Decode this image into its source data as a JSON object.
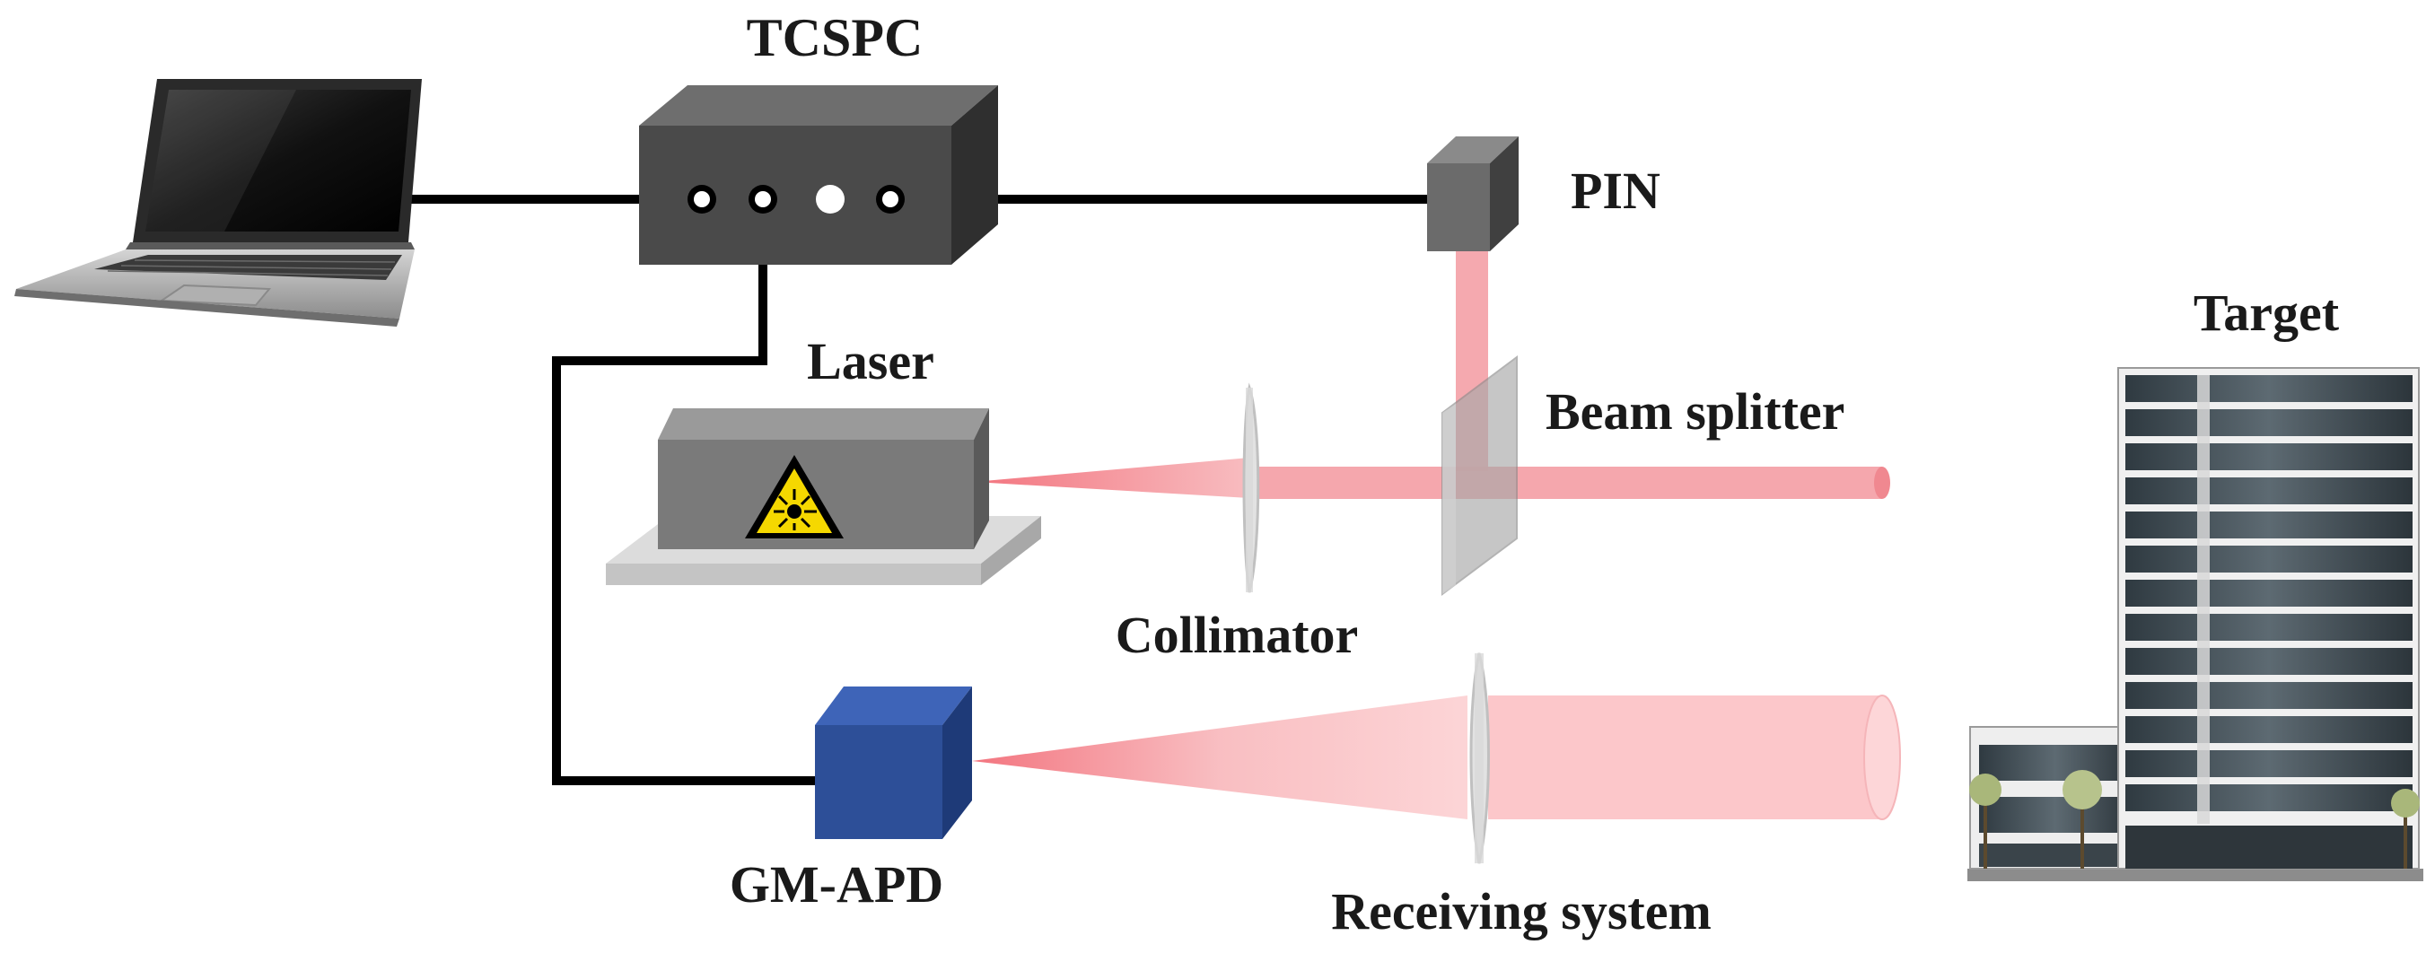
{
  "labels": {
    "tcspc": "TCSPC",
    "pin": "PIN",
    "laser": "Laser",
    "beam_splitter": "Beam splitter",
    "collimator": "Collimator",
    "gm_apd": "GM-APD",
    "receiving_system": "Receiving system",
    "target": "Target"
  },
  "colors": {
    "cable": "#000000",
    "tcspc_box": "#4a4a4a",
    "laser_box": "#7a7a7a",
    "pin_box": "#6b6b6b",
    "gm_apd_box": "#2d4f98",
    "beam": "#f4a0a6",
    "lens": "#d9d9d9",
    "warning": "#f5d800"
  },
  "icons": {
    "computer": "laptop-icon",
    "laser_warning": "laser-warning-icon",
    "target": "building-icon"
  }
}
